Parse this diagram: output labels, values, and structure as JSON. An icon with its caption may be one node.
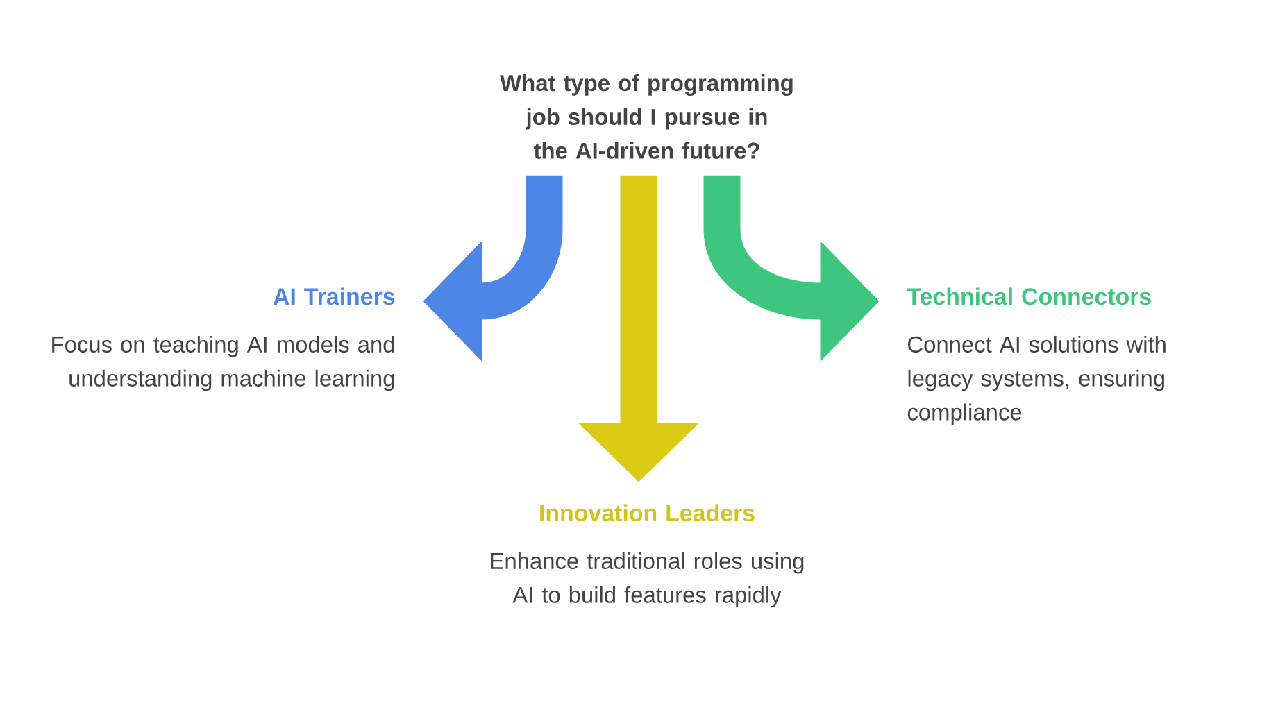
{
  "diagram": {
    "nodes": [
      {
        "text": [
          "What type of programming job should I pursue in the AI-driven future?"
        ]
      },
      {
        "text": [
          "AI Trainers",
          "Focus on teaching AI models and understanding machine learning"
        ]
      },
      {
        "text": [
          "Technical Connectors",
          "Connect AI solutions with legacy systems, ensuring compliance"
        ]
      },
      {
        "text": [
          "Innovation Leaders",
          "Enhance traditional roles using AI to build features rapidly"
        ]
      }
    ],
    "edges": [
      {
        "from": 0,
        "to": 1,
        "arrow": "to",
        "color": "#4d86e6"
      },
      {
        "from": 0,
        "to": 3,
        "arrow": "to",
        "color": "#dccb15"
      },
      {
        "from": 0,
        "to": 2,
        "arrow": "to",
        "color": "#3ec67f"
      }
    ]
  }
}
